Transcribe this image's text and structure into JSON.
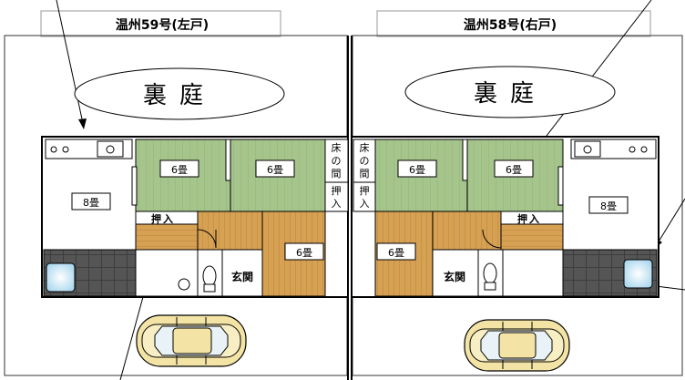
{
  "headers": {
    "left": "温州59号(左戸)",
    "right": "温州58号(右戸)"
  },
  "left": {
    "backyard": "裏庭",
    "room_8": "8畳",
    "room_6a": "6畳",
    "room_6b": "6畳",
    "room_6c": "6畳",
    "closet": "押入",
    "entrance": "玄関",
    "alcove_1": "床",
    "alcove_2": "の",
    "alcove_3": "間",
    "side_closet_1": "押",
    "side_closet_2": "入"
  },
  "right": {
    "backyard": "裏庭",
    "room_8": "8畳",
    "room_6a": "6畳",
    "room_6b": "6畳",
    "room_6c": "6畳",
    "closet": "押入",
    "entrance": "玄関",
    "alcove_1": "床",
    "alcove_2": "の",
    "alcove_3": "間",
    "side_closet_1": "押",
    "side_closet_2": "入"
  },
  "colors": {
    "tatami": "#a3c28a",
    "wood": "#d7a154",
    "tile": "#444444",
    "white": "#ffffff"
  }
}
